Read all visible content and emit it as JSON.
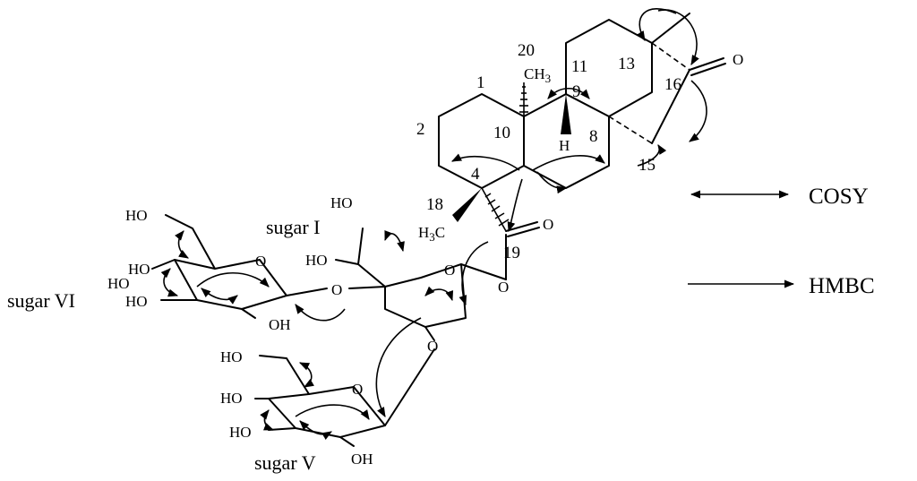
{
  "legend": {
    "cosy_label": "COSY",
    "hmbc_label": "HMBC"
  },
  "carbon_numbers": {
    "c1": "1",
    "c2": "2",
    "c4": "4",
    "c8": "8",
    "c9": "9",
    "c10": "10",
    "c11": "11",
    "c13": "13",
    "c15": "15",
    "c16": "16",
    "c18": "18",
    "c19": "19",
    "c20": "20"
  },
  "sugars": {
    "sugar_1": "sugar I",
    "sugar_5": "sugar V",
    "sugar_6": "sugar VI"
  },
  "atoms": {
    "methyl_20": "CH3",
    "methyl_18": "H3C",
    "hydrogen_9": "H",
    "oxygen": "O",
    "hydroxyl": "HO",
    "hydroxyl_right": "OH"
  }
}
